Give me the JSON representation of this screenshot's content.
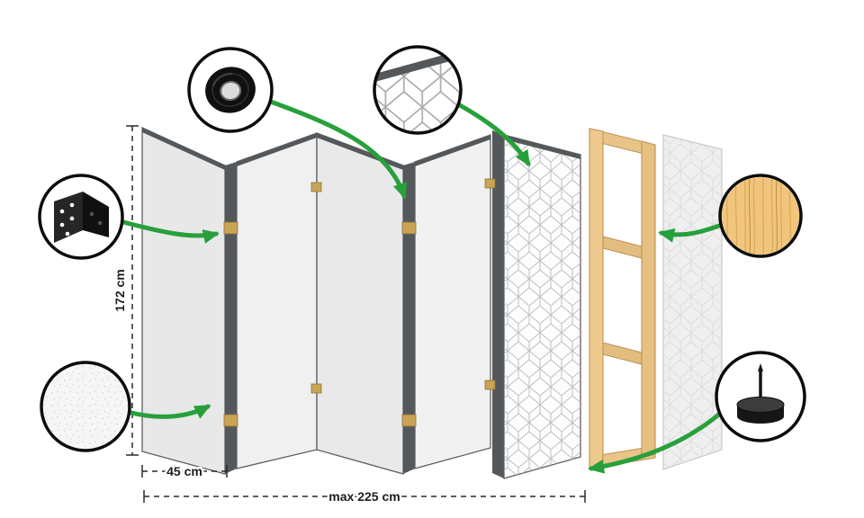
{
  "diagram": {
    "type": "product-construction-diagram",
    "subject": "folding-room-divider-5-panels",
    "dimensions": {
      "height_label": "172 cm",
      "panel_width_label": "45 cm",
      "total_width_label": "max 225 cm"
    },
    "colors": {
      "accent_green": "#27a03b",
      "panel_fill": "#ececec",
      "panel_edge": "#54585b",
      "wood": "#e9c489",
      "outline_black": "#0c0c0c"
    },
    "callouts": [
      {
        "id": "tape",
        "icon": "adhesive-tape-icon"
      },
      {
        "id": "hinge",
        "icon": "metal-hinge-icon"
      },
      {
        "id": "fleece",
        "icon": "fleece-texture-icon"
      },
      {
        "id": "pattern",
        "icon": "printed-pattern-icon"
      },
      {
        "id": "wood",
        "icon": "pine-wood-texture-icon"
      },
      {
        "id": "foot",
        "icon": "stabilizing-foot-icon"
      }
    ]
  }
}
